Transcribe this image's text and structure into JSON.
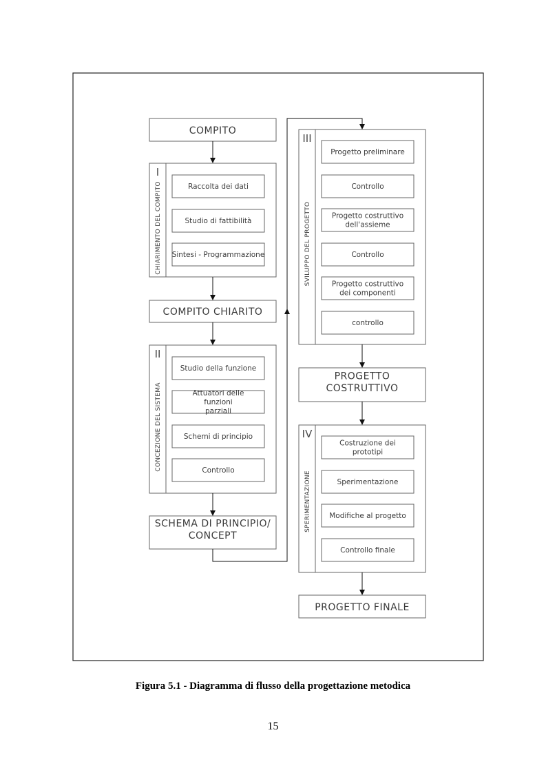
{
  "diagram": {
    "compito": "COMPITO",
    "phase1": {
      "roman": "I",
      "title": "CHIARIMENTO DEL COMPITO",
      "steps": [
        "Raccolta dei dati",
        "Studio di fattibilità",
        "Sintesi - Programmazione"
      ]
    },
    "compito_chiarito": "COMPITO CHIARITO",
    "phase2": {
      "roman": "II",
      "title": "CONCEZIONE DEL SISTEMA",
      "steps": [
        "Studio della funzione",
        "Attuatori delle funzioni parziali",
        "Schemi di principio",
        "Controllo"
      ]
    },
    "schema": "SCHEMA DI PRINCIPIO/ CONCEPT",
    "phase3": {
      "roman": "III",
      "title": "SVILUPPO DEL PROGETTO",
      "steps": [
        "Progetto preliminare",
        "Controllo",
        "Progetto costruttivo dell'assieme",
        "Controllo",
        "Progetto costruttivo dei componenti",
        "controllo"
      ]
    },
    "progetto_costruttivo": "PROGETTO COSTRUTTIVO",
    "phase4": {
      "roman": "IV",
      "title": "SPERIMENTAZIONE",
      "steps": [
        "Costruzione dei prototipi",
        "Sperimentazione",
        "Modifiche al progetto",
        "Controllo finale"
      ]
    },
    "progetto_finale": "PROGETTO FINALE"
  },
  "caption": "Figura 5.1 - Diagramma di flusso della progettazione metodica",
  "page_number": "15"
}
